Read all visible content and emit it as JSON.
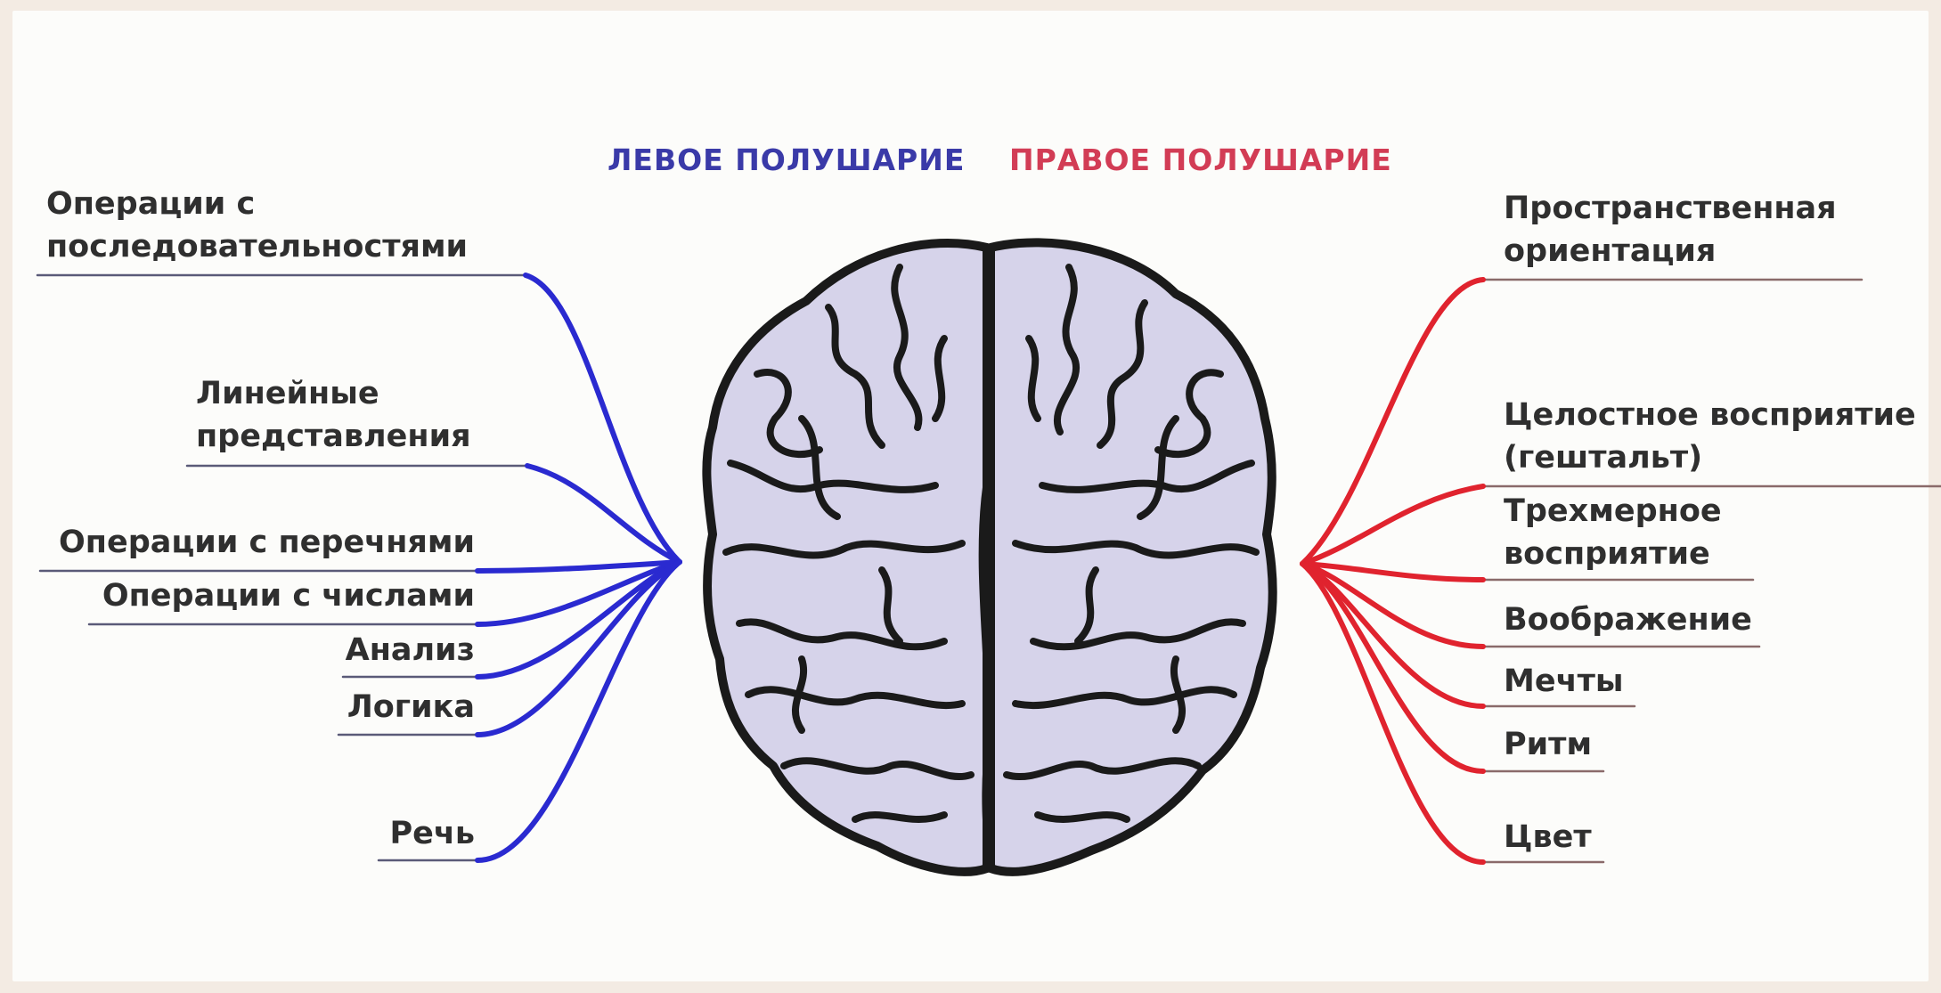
{
  "headers": {
    "left": "ЛЕВОЕ ПОЛУШАРИЕ",
    "right": "ПРАВОЕ ПОЛУШАРИЕ"
  },
  "colors": {
    "left_lines": "#2a2ad0",
    "right_lines": "#e0232e",
    "left_header": "#3a3aa8",
    "right_header": "#d23c55",
    "brain_fill": "#d6d3ea",
    "brain_outline": "#1a1a1a"
  },
  "left_labels": [
    "Операции с\nпоследовательностями",
    "Линейные\nпредставления",
    "Операции с перечнями",
    "Операции с числами",
    "Анализ",
    "Логика",
    "Речь"
  ],
  "right_labels": [
    "Пространственная\nориентация",
    "Целостное восприятие\n(гештальт)",
    "Трехмерное\nвосприятие",
    "Воображение",
    "Мечты",
    "Ритм",
    "Цвет"
  ]
}
